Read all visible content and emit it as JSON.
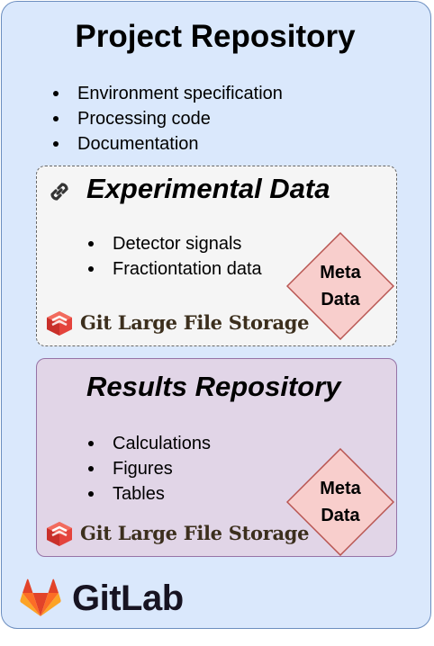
{
  "project": {
    "title": "Project Repository",
    "items": [
      "Environment specification",
      "Processing code",
      "Documentation"
    ]
  },
  "experimental": {
    "title": "Experimental Data",
    "icon": "link-icon",
    "items": [
      "Detector signals",
      "Fractiontation data"
    ],
    "lfs_label": "Git Large File Storage",
    "meta_label": "Meta\nData"
  },
  "results": {
    "title": "Results Repository",
    "items": [
      "Calculations",
      "Figures",
      "Tables"
    ],
    "lfs_label": "Git Large File Storage",
    "meta_label": "Meta\nData"
  },
  "footer": {
    "brand": "GitLab",
    "icon": "gitlab-logo-icon"
  },
  "colors": {
    "project_fill": "#dae8fc",
    "project_border": "#6c8ebf",
    "experimental_fill": "#f5f5f5",
    "experimental_border": "#666666",
    "results_fill": "#e1d5e7",
    "results_border": "#9673a6",
    "meta_fill": "#f8cecc",
    "meta_border": "#b85450",
    "lfs_icon": "#e4433c",
    "gitlab_orange": "#fc6d26"
  }
}
